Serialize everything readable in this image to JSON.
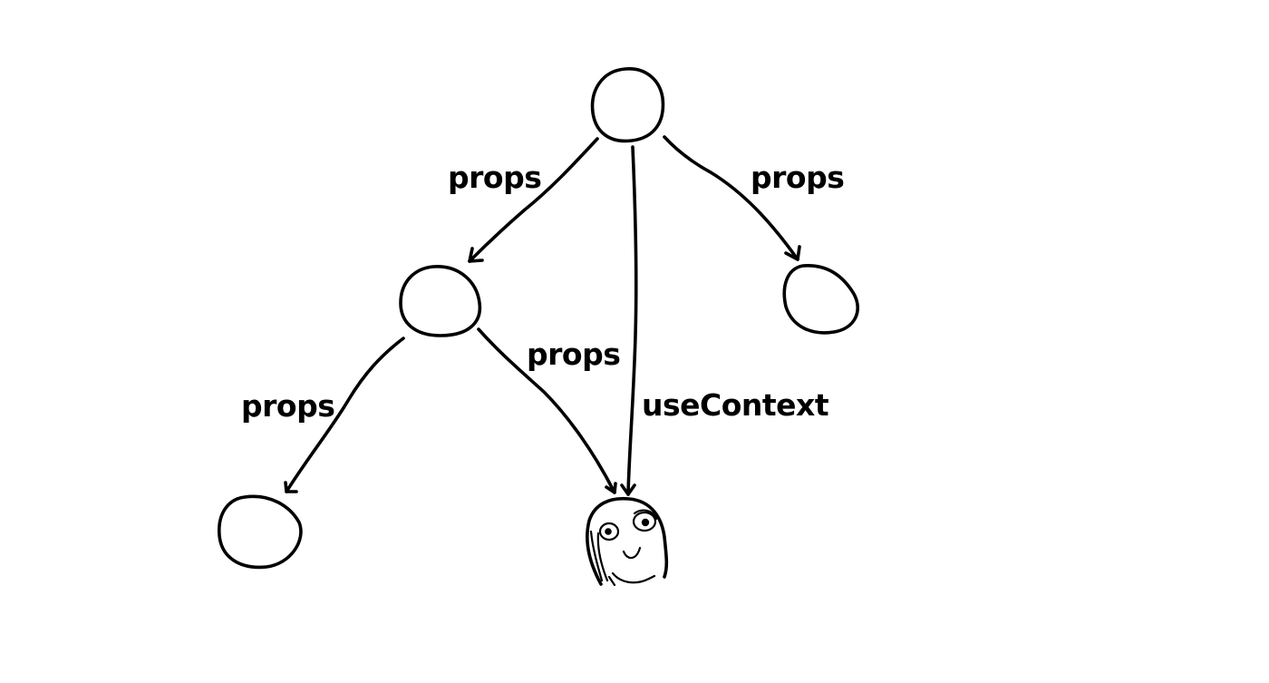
{
  "edges": {
    "root_to_left": "props",
    "root_to_right": "props",
    "left_to_leaf_left": "props",
    "left_to_face": "props",
    "root_to_face": "useContext"
  },
  "colors": {
    "ink": "#000000",
    "background": "#ffffff"
  }
}
